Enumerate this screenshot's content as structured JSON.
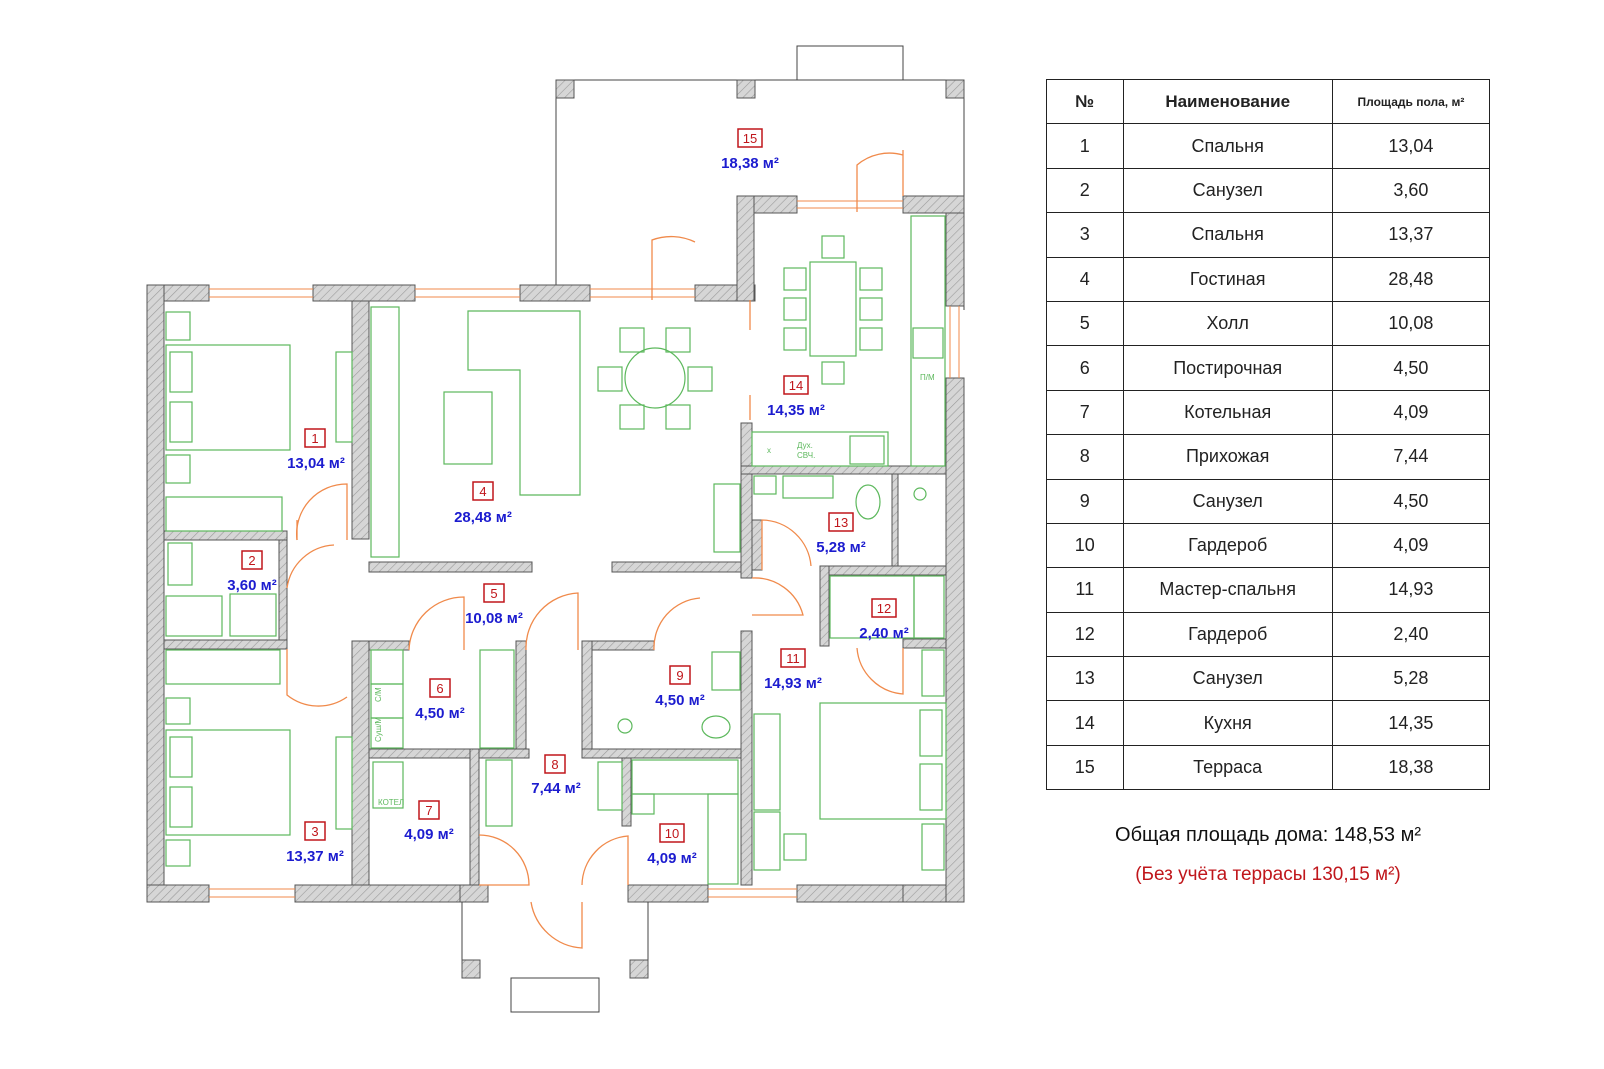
{
  "rooms": [
    {
      "num": "1",
      "area": "13,04 м²"
    },
    {
      "num": "2",
      "area": "3,60 м²"
    },
    {
      "num": "3",
      "area": "13,37 м²"
    },
    {
      "num": "4",
      "area": "28,48 м²"
    },
    {
      "num": "5",
      "area": "10,08 м²"
    },
    {
      "num": "6",
      "area": "4,50 м²"
    },
    {
      "num": "7",
      "area": "4,09 м²"
    },
    {
      "num": "8",
      "area": "7,44 м²"
    },
    {
      "num": "9",
      "area": "4,50 м²"
    },
    {
      "num": "10",
      "area": "4,09 м²"
    },
    {
      "num": "11",
      "area": "14,93 м²"
    },
    {
      "num": "12",
      "area": "2,40 м²"
    },
    {
      "num": "13",
      "area": "5,28 м²"
    },
    {
      "num": "14",
      "area": "14,35 м²"
    },
    {
      "num": "15",
      "area": "18,38 м²"
    }
  ],
  "fixture_labels": {
    "sm": "С/М",
    "sush": "Суш/М",
    "kotel": "КОТЕЛ",
    "pm": "П/М",
    "duh": "Дух.",
    "svch": "СВЧ.",
    "x": "x"
  },
  "table": {
    "headers": [
      "№",
      "Наименование",
      "Площадь пола, м²"
    ],
    "rows": [
      [
        "1",
        "Спальня",
        "13,04"
      ],
      [
        "2",
        "Санузел",
        "3,60"
      ],
      [
        "3",
        "Спальня",
        "13,37"
      ],
      [
        "4",
        "Гостиная",
        "28,48"
      ],
      [
        "5",
        "Холл",
        "10,08"
      ],
      [
        "6",
        "Постирочная",
        "4,50"
      ],
      [
        "7",
        "Котельная",
        "4,09"
      ],
      [
        "8",
        "Прихожая",
        "7,44"
      ],
      [
        "9",
        "Санузел",
        "4,50"
      ],
      [
        "10",
        "Гардероб",
        "4,09"
      ],
      [
        "11",
        "Мастер-спальня",
        "14,93"
      ],
      [
        "12",
        "Гардероб",
        "2,40"
      ],
      [
        "13",
        "Санузел",
        "5,28"
      ],
      [
        "14",
        "Кухня",
        "14,35"
      ],
      [
        "15",
        "Терраса",
        "18,38"
      ]
    ]
  },
  "summary": {
    "total": "Общая площадь дома: 148,53 м²",
    "note": "(Без учёта террасы 130,15 м²)"
  },
  "colors": {
    "area_text": "#1c1ccf",
    "room_tag": "#c0161b",
    "furniture": "#5cb85c",
    "doors": "#f08a4b",
    "walls": "#cfcfcf"
  }
}
